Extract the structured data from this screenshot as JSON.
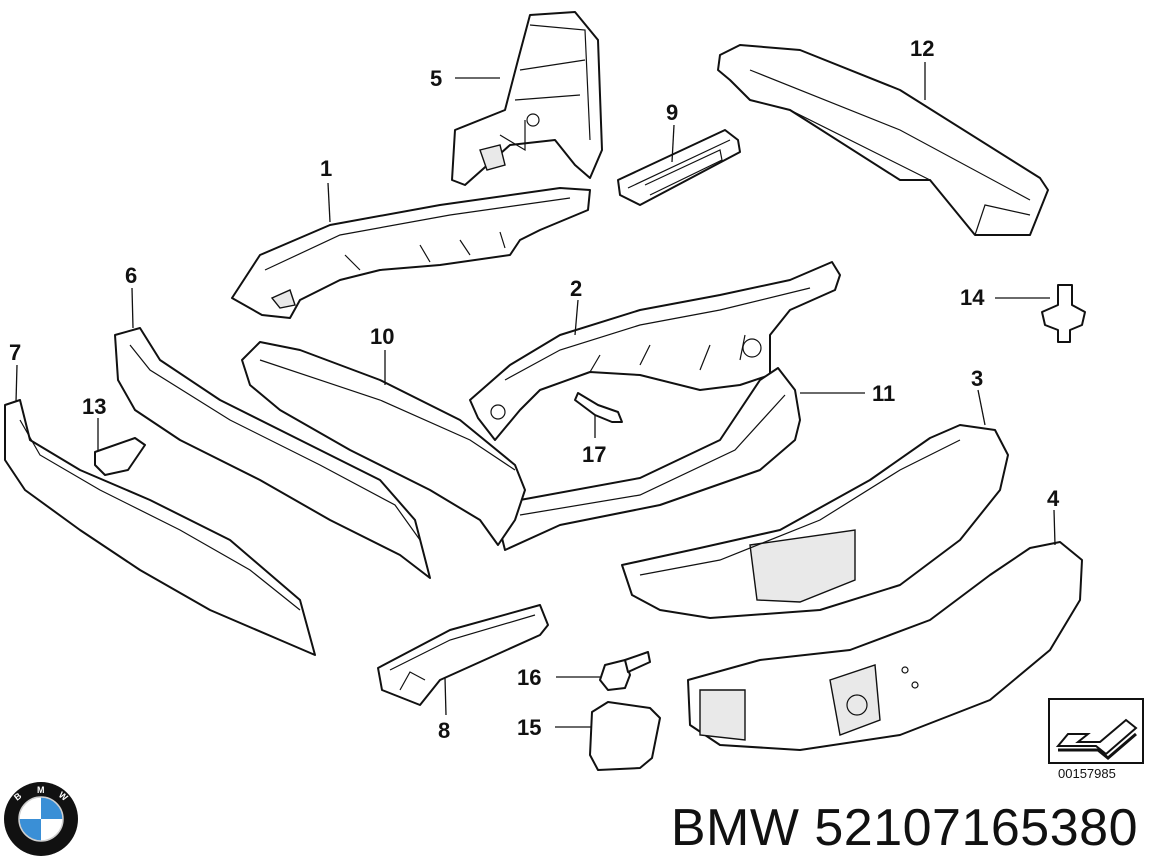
{
  "callouts": [
    {
      "id": "1",
      "label": "1"
    },
    {
      "id": "2",
      "label": "2"
    },
    {
      "id": "3",
      "label": "3"
    },
    {
      "id": "4",
      "label": "4"
    },
    {
      "id": "5",
      "label": "5"
    },
    {
      "id": "6",
      "label": "6"
    },
    {
      "id": "7",
      "label": "7"
    },
    {
      "id": "8",
      "label": "8"
    },
    {
      "id": "9",
      "label": "9"
    },
    {
      "id": "10",
      "label": "10"
    },
    {
      "id": "11",
      "label": "11"
    },
    {
      "id": "12",
      "label": "12"
    },
    {
      "id": "13",
      "label": "13"
    },
    {
      "id": "14",
      "label": "14"
    },
    {
      "id": "15",
      "label": "15"
    },
    {
      "id": "16",
      "label": "16"
    },
    {
      "id": "17",
      "label": "17"
    }
  ],
  "diagram_code": "00157985",
  "caption": "BMW 52107165380",
  "logo": {
    "text": "BMW",
    "colors": {
      "blue": "#3a8fd6",
      "white": "#ffffff",
      "ring": "#111111"
    }
  }
}
